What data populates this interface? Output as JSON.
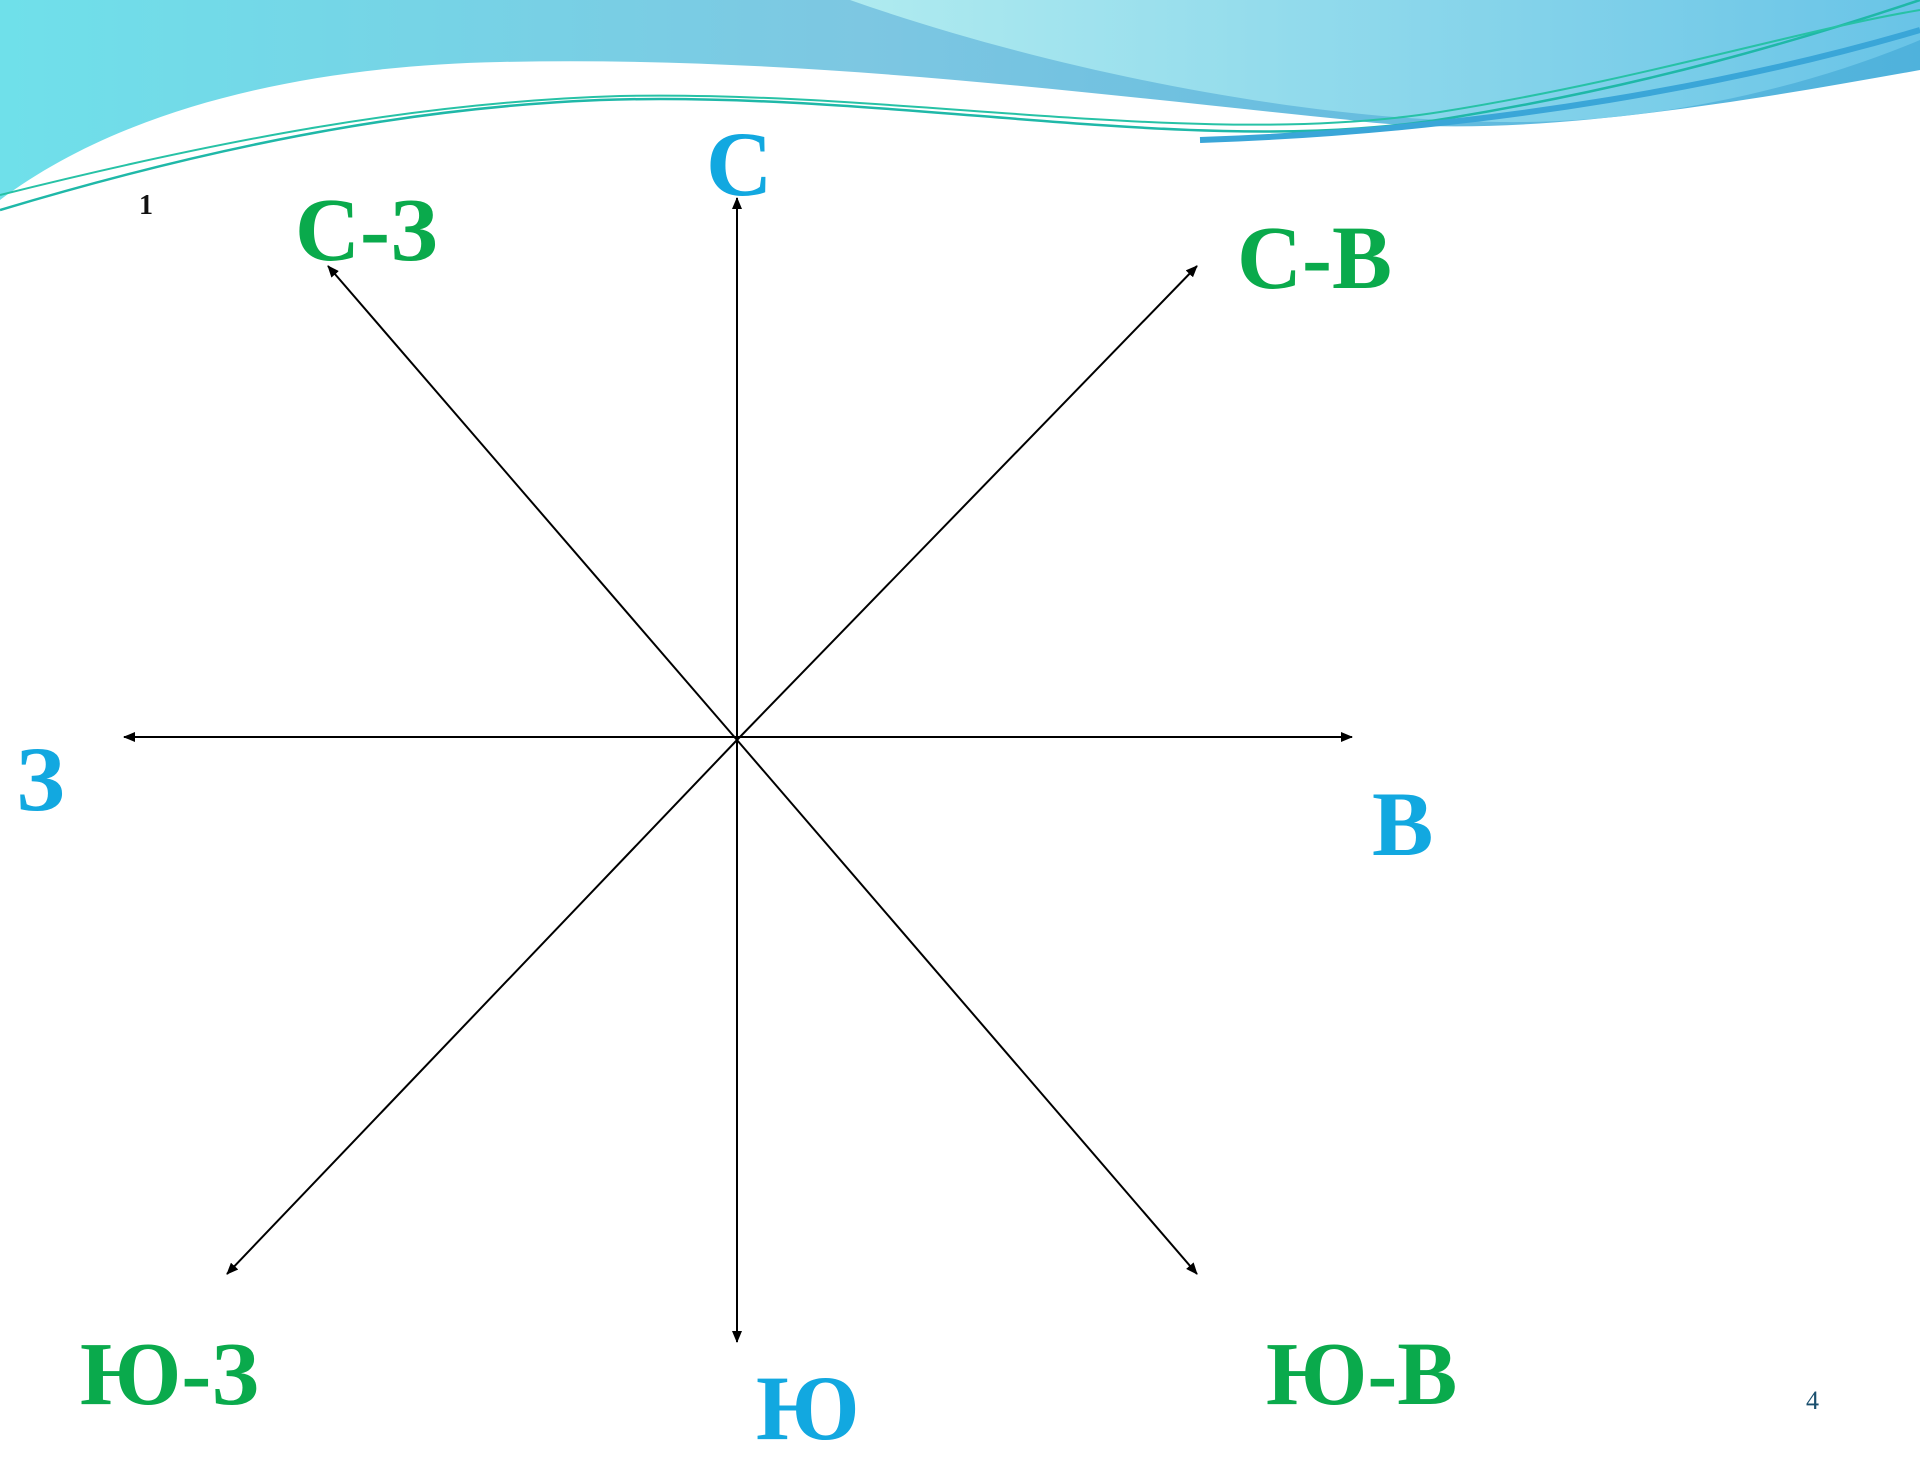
{
  "slide": {
    "corner_marker": "1",
    "page_number": "4"
  },
  "compass": {
    "north": "С",
    "south": "Ю",
    "east": "В",
    "west": "З",
    "north_west": "С-З",
    "north_east": "С-В",
    "south_west": "Ю-З",
    "south_east": "Ю-В"
  },
  "colors": {
    "cardinal": "#12a8e0",
    "intercardinal": "#0aaa4c",
    "arrow": "#000000",
    "wave_dark": "#5bbfe0",
    "wave_light": "#9fe3ee"
  }
}
